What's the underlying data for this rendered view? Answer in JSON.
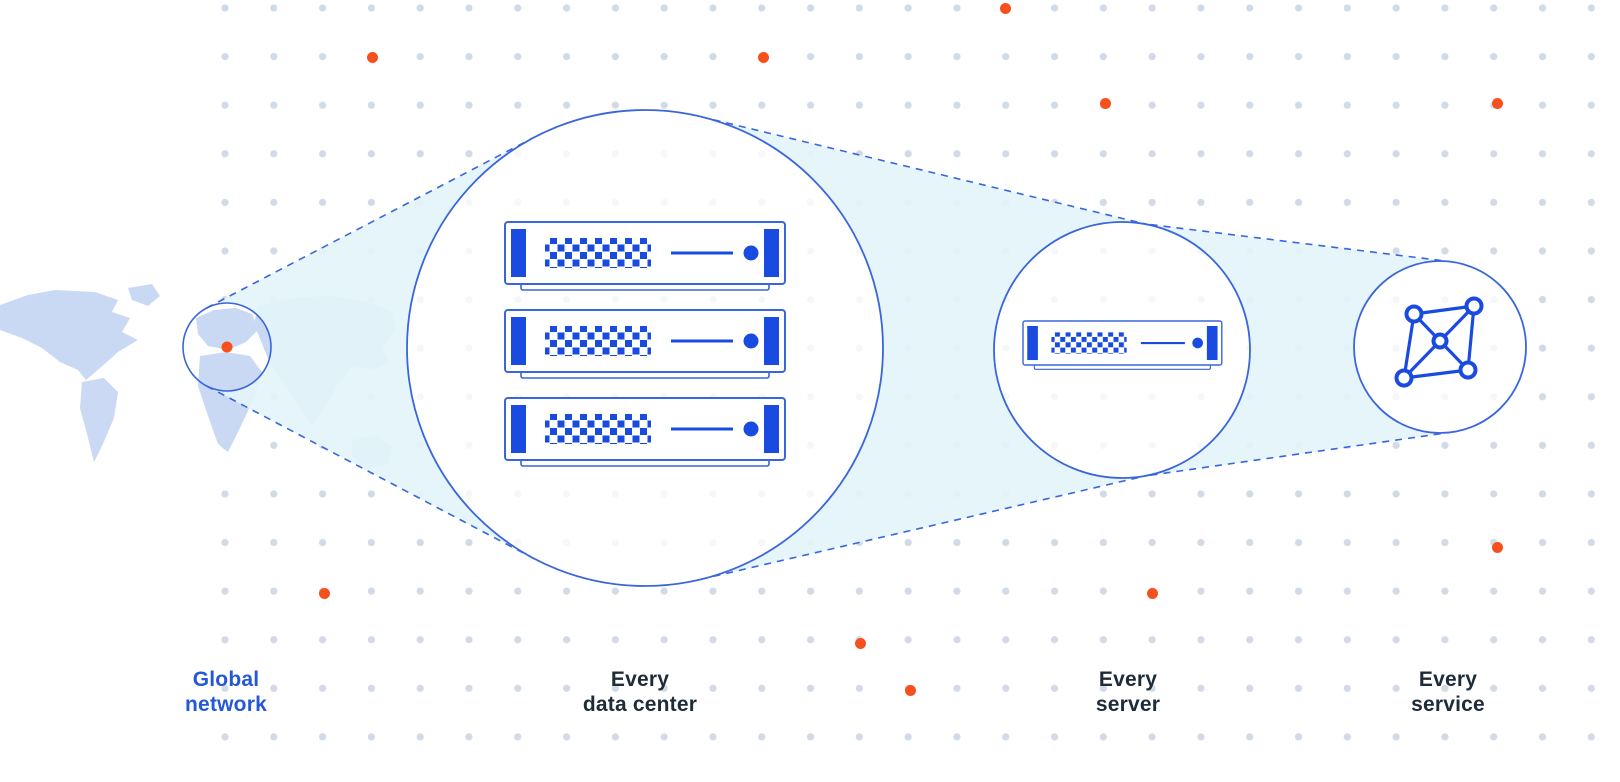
{
  "diagram": {
    "type": "zoom-illustration",
    "description": "World map network zooming through data center, server and service",
    "stages": [
      {
        "id": "global-network",
        "line1": "Global",
        "line2": "network"
      },
      {
        "id": "every-data-center",
        "line1": "Every",
        "line2": "data center"
      },
      {
        "id": "every-server",
        "line1": "Every",
        "line2": "server"
      },
      {
        "id": "every-service",
        "line1": "Every",
        "line2": "service"
      }
    ],
    "data_center_server_count": 3,
    "icons": [
      "world-map",
      "location-dot",
      "server-rack",
      "server",
      "network-mesh"
    ],
    "colors": {
      "circle_stroke": "#3a66db",
      "device_blue": "#1a4be0",
      "cone_fill": "#e3f4f8",
      "map_fill": "#c8d7f3",
      "grid_dot": "#d3dae7",
      "accent_orange": "#f6511d",
      "label_dark": "#1e2b39",
      "label_blue": "#2558d6",
      "background": "#ffffff"
    }
  }
}
